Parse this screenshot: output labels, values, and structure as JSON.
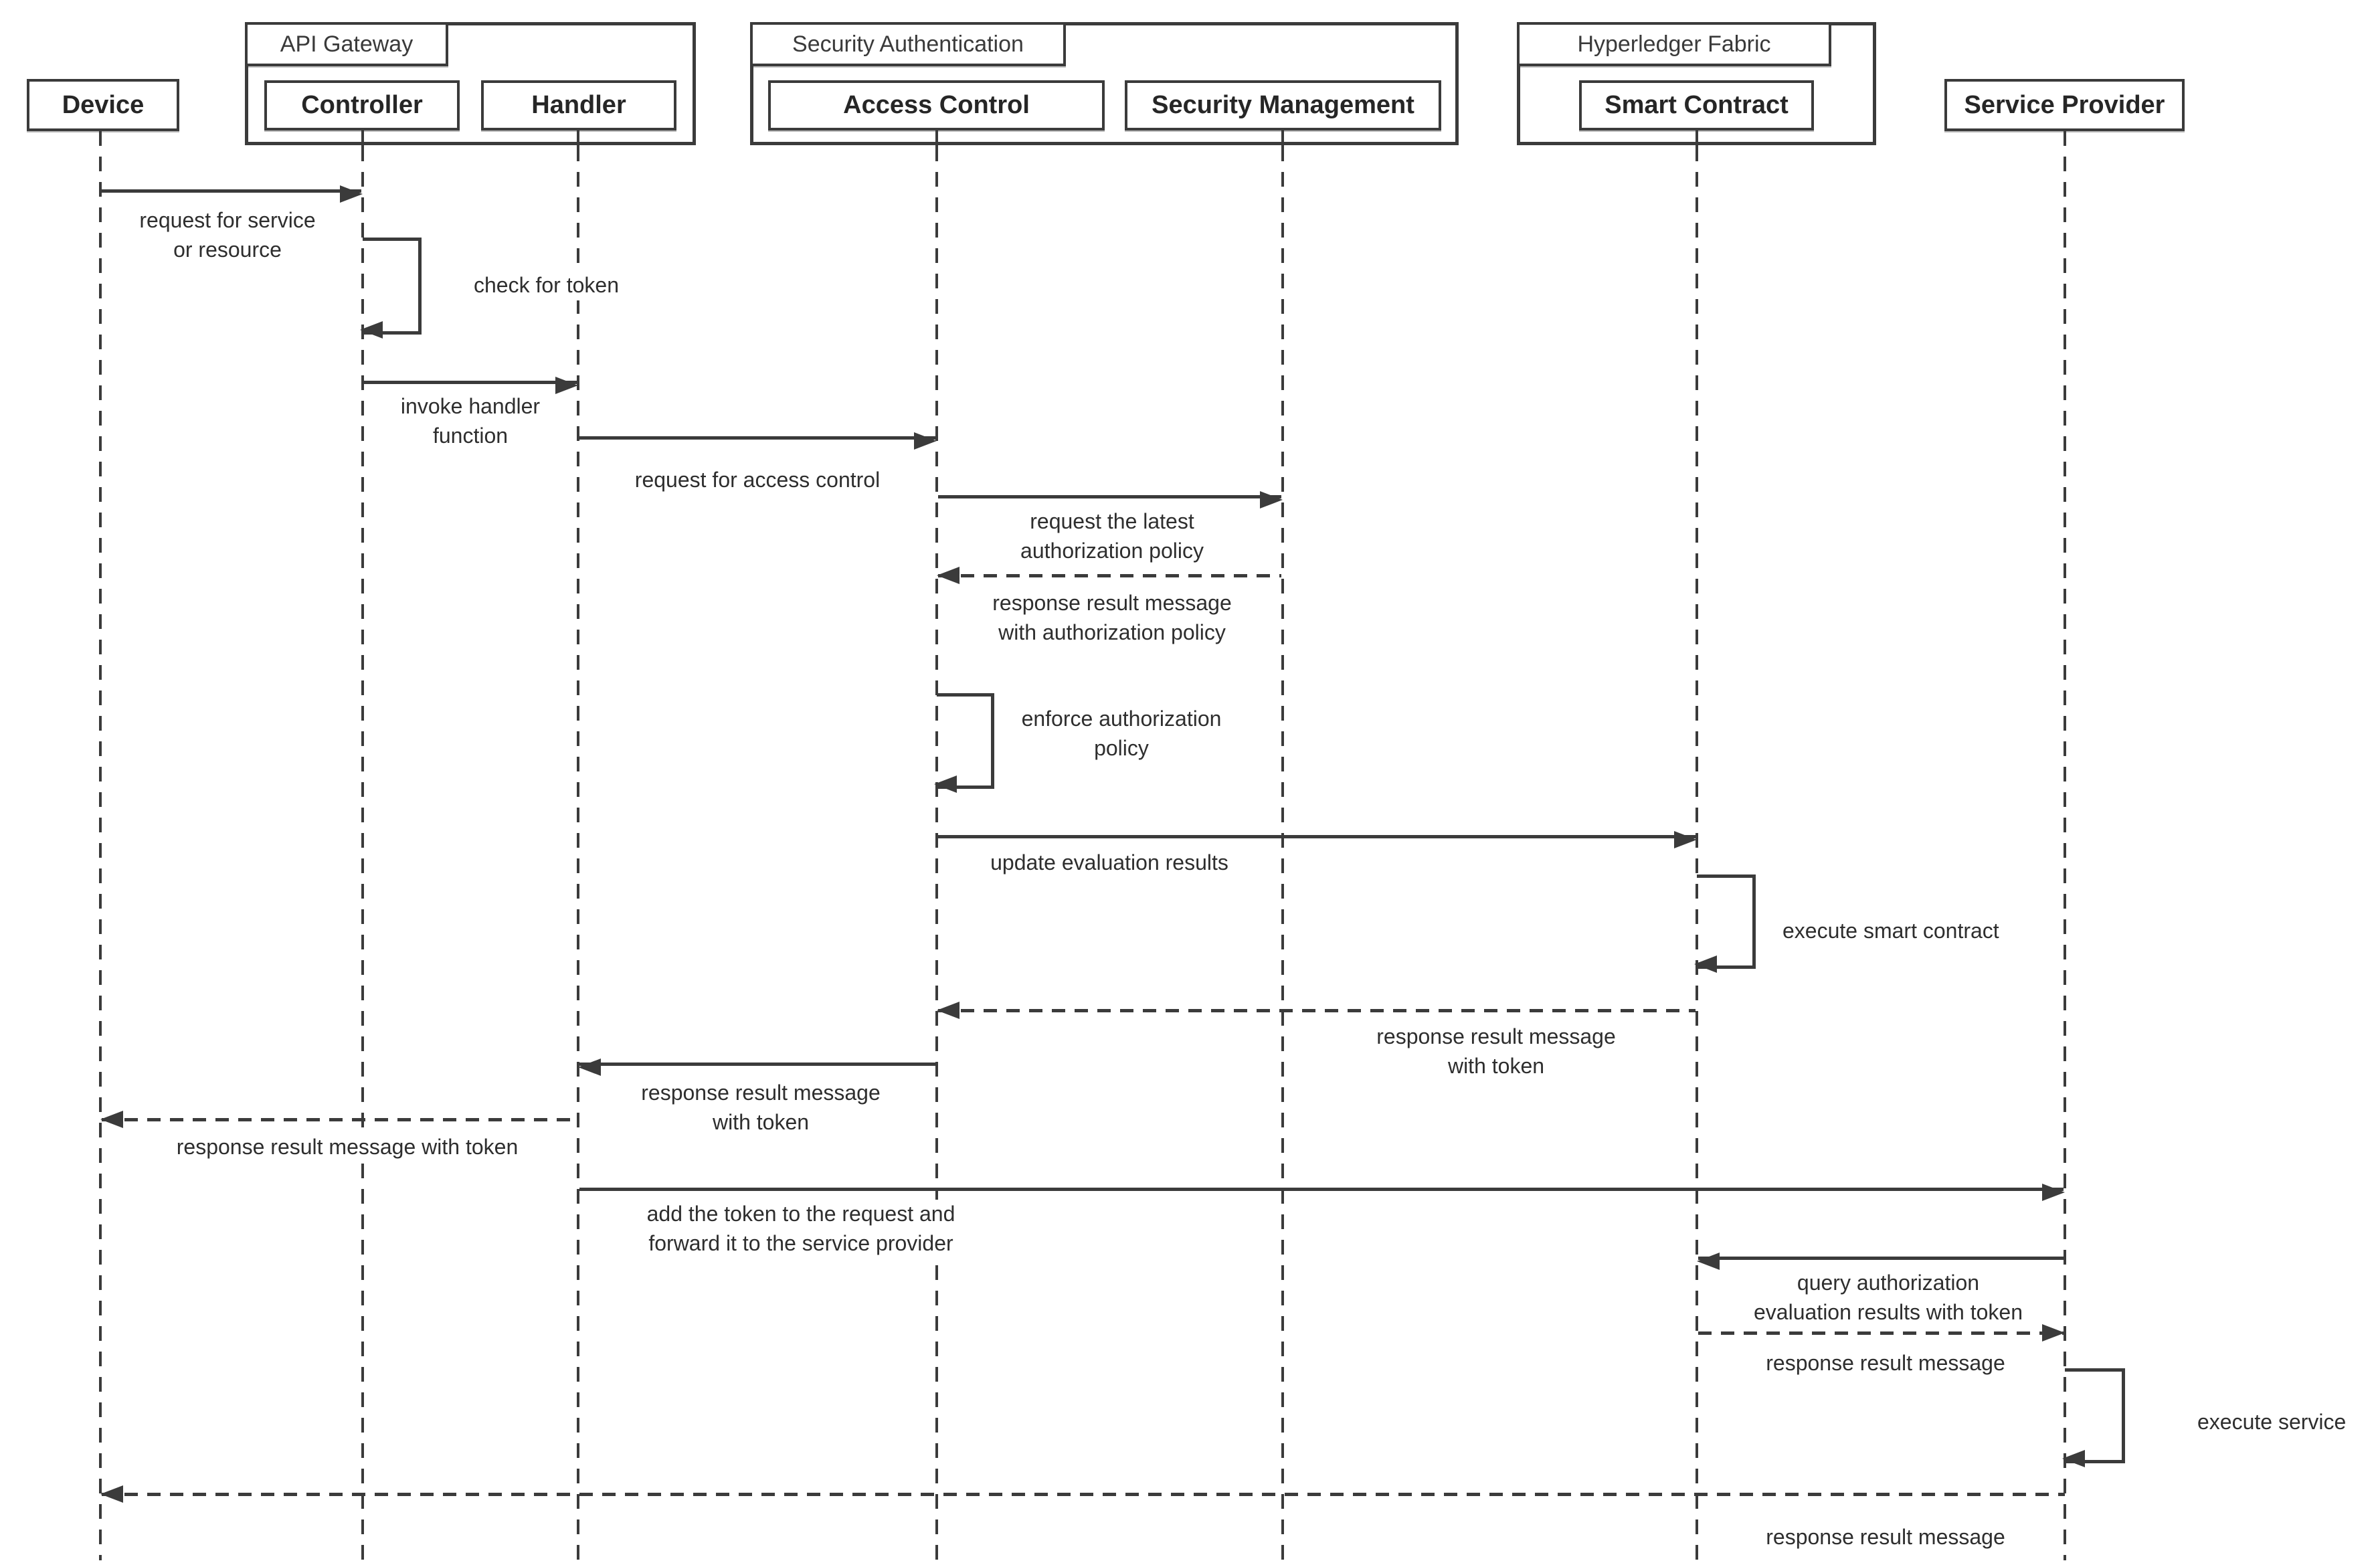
{
  "diagram": {
    "type": "uml-sequence-diagram",
    "colors": {
      "line": "#3b3b3b",
      "text": "#2e2e2e",
      "background": "#ffffff"
    },
    "frames": [
      {
        "id": "api-gateway",
        "label": "API Gateway"
      },
      {
        "id": "security-authentication",
        "label": "Security Authentication"
      },
      {
        "id": "hyperledger-fabric",
        "label": "Hyperledger Fabric"
      }
    ],
    "participants": [
      {
        "id": "device",
        "label": "Device",
        "frame": null
      },
      {
        "id": "controller",
        "label": "Controller",
        "frame": "API Gateway"
      },
      {
        "id": "handler",
        "label": "Handler",
        "frame": "API Gateway"
      },
      {
        "id": "access-control",
        "label": "Access Control",
        "frame": "Security Authentication"
      },
      {
        "id": "security-management",
        "label": "Security Management",
        "frame": "Security Authentication"
      },
      {
        "id": "smart-contract",
        "label": "Smart Contract",
        "frame": "Hyperledger Fabric"
      },
      {
        "id": "service-provider",
        "label": "Service Provider",
        "frame": null
      }
    ],
    "messages": [
      {
        "from": "Device",
        "to": "Controller",
        "style": "solid",
        "label": "request for service\nor resource"
      },
      {
        "from": "Controller",
        "to": "Controller",
        "style": "self",
        "label": "check for token"
      },
      {
        "from": "Controller",
        "to": "Handler",
        "style": "solid",
        "label": "invoke handler\nfunction"
      },
      {
        "from": "Handler",
        "to": "Access Control",
        "style": "solid",
        "label": "request for access control"
      },
      {
        "from": "Access Control",
        "to": "Security Management",
        "style": "solid",
        "label": "request the latest\nauthorization policy"
      },
      {
        "from": "Security Management",
        "to": "Access Control",
        "style": "dashed",
        "label": "response result message\nwith authorization policy"
      },
      {
        "from": "Access Control",
        "to": "Access Control",
        "style": "self",
        "label": "enforce authorization\npolicy"
      },
      {
        "from": "Access Control",
        "to": "Smart Contract",
        "style": "solid",
        "label": "update evaluation results"
      },
      {
        "from": "Smart Contract",
        "to": "Smart Contract",
        "style": "self",
        "label": "execute smart contract"
      },
      {
        "from": "Smart Contract",
        "to": "Access Control",
        "style": "dashed",
        "label": "response result message\nwith token"
      },
      {
        "from": "Access Control",
        "to": "Handler",
        "style": "solid",
        "label": "response result message\nwith token"
      },
      {
        "from": "Handler",
        "to": "Device",
        "style": "dashed",
        "label": "response result message with token"
      },
      {
        "from": "Handler",
        "to": "Service Provider",
        "style": "solid",
        "label": "add the token to the request and\nforward it to the service provider"
      },
      {
        "from": "Service Provider",
        "to": "Smart Contract",
        "style": "solid",
        "label": "query authorization\nevaluation results with token"
      },
      {
        "from": "Smart Contract",
        "to": "Service Provider",
        "style": "dashed",
        "label": "response result message"
      },
      {
        "from": "Service Provider",
        "to": "Service Provider",
        "style": "self",
        "label": "execute service"
      },
      {
        "from": "Service Provider",
        "to": "Device",
        "style": "dashed",
        "label": "response result message"
      }
    ]
  }
}
